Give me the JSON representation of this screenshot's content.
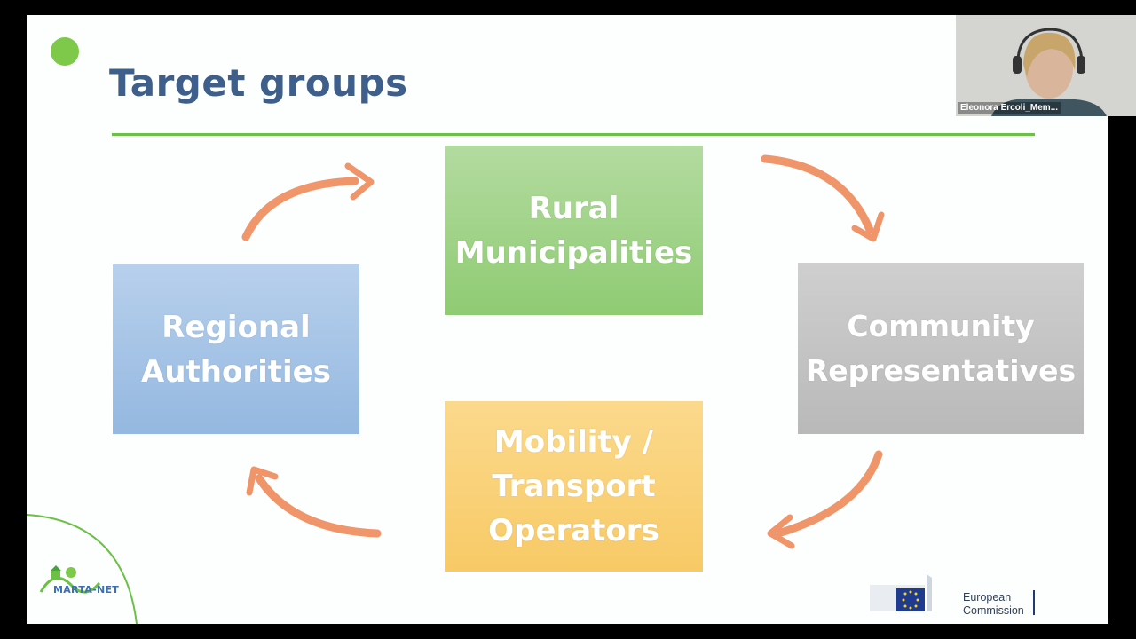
{
  "slide": {
    "title": "Target groups",
    "boxes": {
      "rural": "Rural\nMunicipalities",
      "community": "Community\nRepresentatives",
      "mobility": "Mobility /\nTransport\nOperators",
      "regional": "Regional\nAuthorities"
    },
    "logo_left": "MARTA-NET",
    "logo_right": "European\nCommission"
  },
  "webcam": {
    "participant_name": "Eleonora Ercoli_Mem..."
  },
  "colors": {
    "title": "#3e5f8c",
    "accent_green": "#6cc046",
    "arrow": "#ef8a5a",
    "rural": "#9fd387",
    "regional": "#a5c3e6",
    "community": "#c4c4c4",
    "mobility": "#f9d177"
  },
  "icons": [
    "green-dot-icon",
    "curved-arrow-icon",
    "smarta-net-logo",
    "eu-flag-icon"
  ]
}
